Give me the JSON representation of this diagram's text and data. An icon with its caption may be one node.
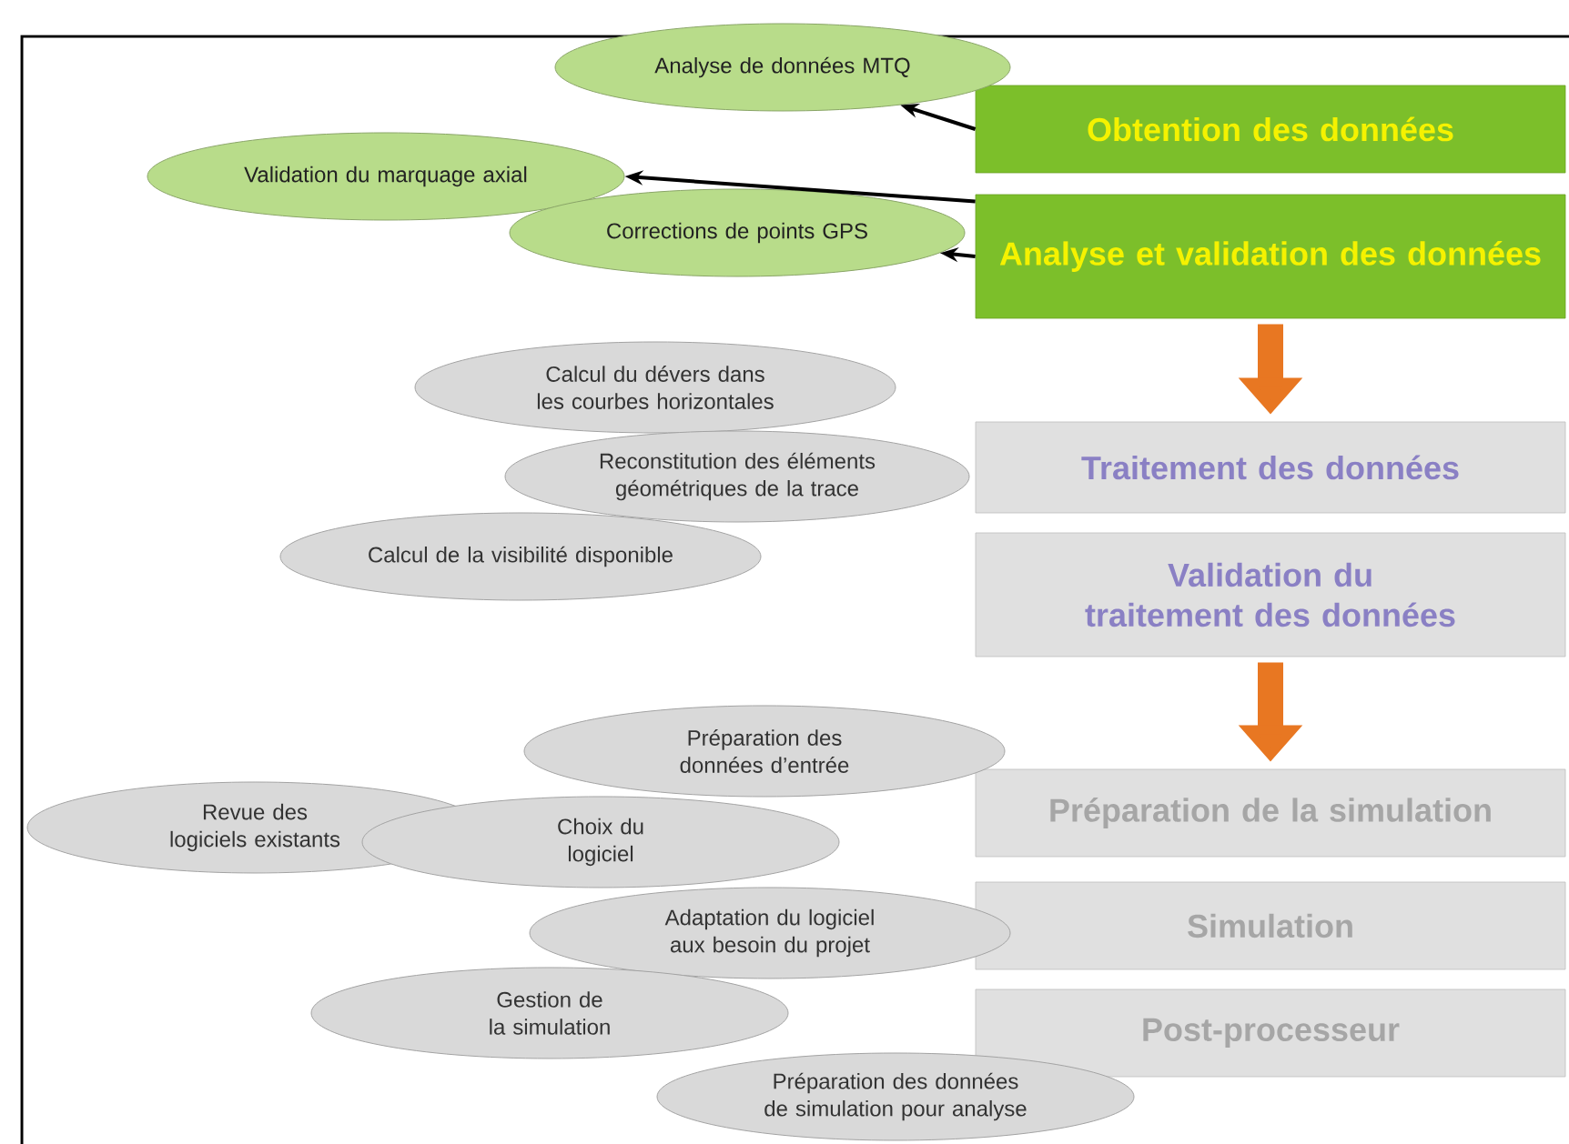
{
  "diagram": {
    "nodes": [
      {
        "text": [
          "Obtention des données"
        ]
      },
      {
        "text": [
          "Analyse et validation des données"
        ]
      },
      {
        "text": [
          "Analyse de données MTQ"
        ]
      },
      {
        "text": [
          "Validation du marquage axial"
        ]
      },
      {
        "text": [
          "Corrections de points GPS"
        ]
      },
      {
        "text": [
          "Traitement des données"
        ]
      },
      {
        "text": [
          "Validation du traitement des données"
        ]
      },
      {
        "text": [
          "Calcul du dévers dans les courbes horizontales"
        ]
      },
      {
        "text": [
          "Reconstitution des éléments géométriques de la trace"
        ]
      },
      {
        "text": [
          "Calcul de la visibilité disponible"
        ]
      },
      {
        "text": [
          "Préparation de la simulation"
        ]
      },
      {
        "text": [
          "Simulation"
        ]
      },
      {
        "text": [
          "Post-processeur"
        ]
      },
      {
        "text": [
          "Préparation des données d’entrée"
        ]
      },
      {
        "text": [
          "Revue des logiciels existants"
        ]
      },
      {
        "text": [
          "Choix du logiciel"
        ]
      },
      {
        "text": [
          "Adaptation du logiciel aux besoin du projet"
        ]
      },
      {
        "text": [
          "Gestion de la simulation"
        ]
      },
      {
        "text": [
          "Préparation des données de simulation pour analyse"
        ]
      }
    ],
    "edges": [
      {
        "from": 0,
        "to": 2,
        "arrow": "to"
      },
      {
        "from": 1,
        "to": 3,
        "arrow": "to"
      },
      {
        "from": 1,
        "to": 4,
        "arrow": "to"
      },
      {
        "from": 1,
        "to": 5,
        "arrow": "to",
        "style": "thick",
        "color": "#e87722"
      },
      {
        "from": 6,
        "to": 10,
        "arrow": "to",
        "style": "thick",
        "color": "#e87722"
      }
    ]
  }
}
